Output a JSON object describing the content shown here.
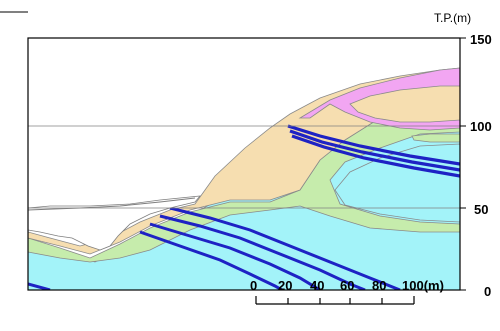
{
  "axis": {
    "unit_label": "T.P.(m)",
    "ticks": [
      "150",
      "100",
      "50",
      "0"
    ]
  },
  "scale_bar": {
    "labels": [
      "0",
      "20",
      "40",
      "60",
      "80",
      "100(m)"
    ]
  },
  "colors": {
    "frame": "#000000",
    "gridline": "#808080",
    "ground_line": "#7f7f7f",
    "layer_tan": "#f6deb0",
    "layer_green": "#c6ecac",
    "layer_cyan": "#a3f3f9",
    "layer_pink": "#f2a6f2",
    "band_blue": "#1e22c4",
    "outline": "#8a8a8a"
  }
}
